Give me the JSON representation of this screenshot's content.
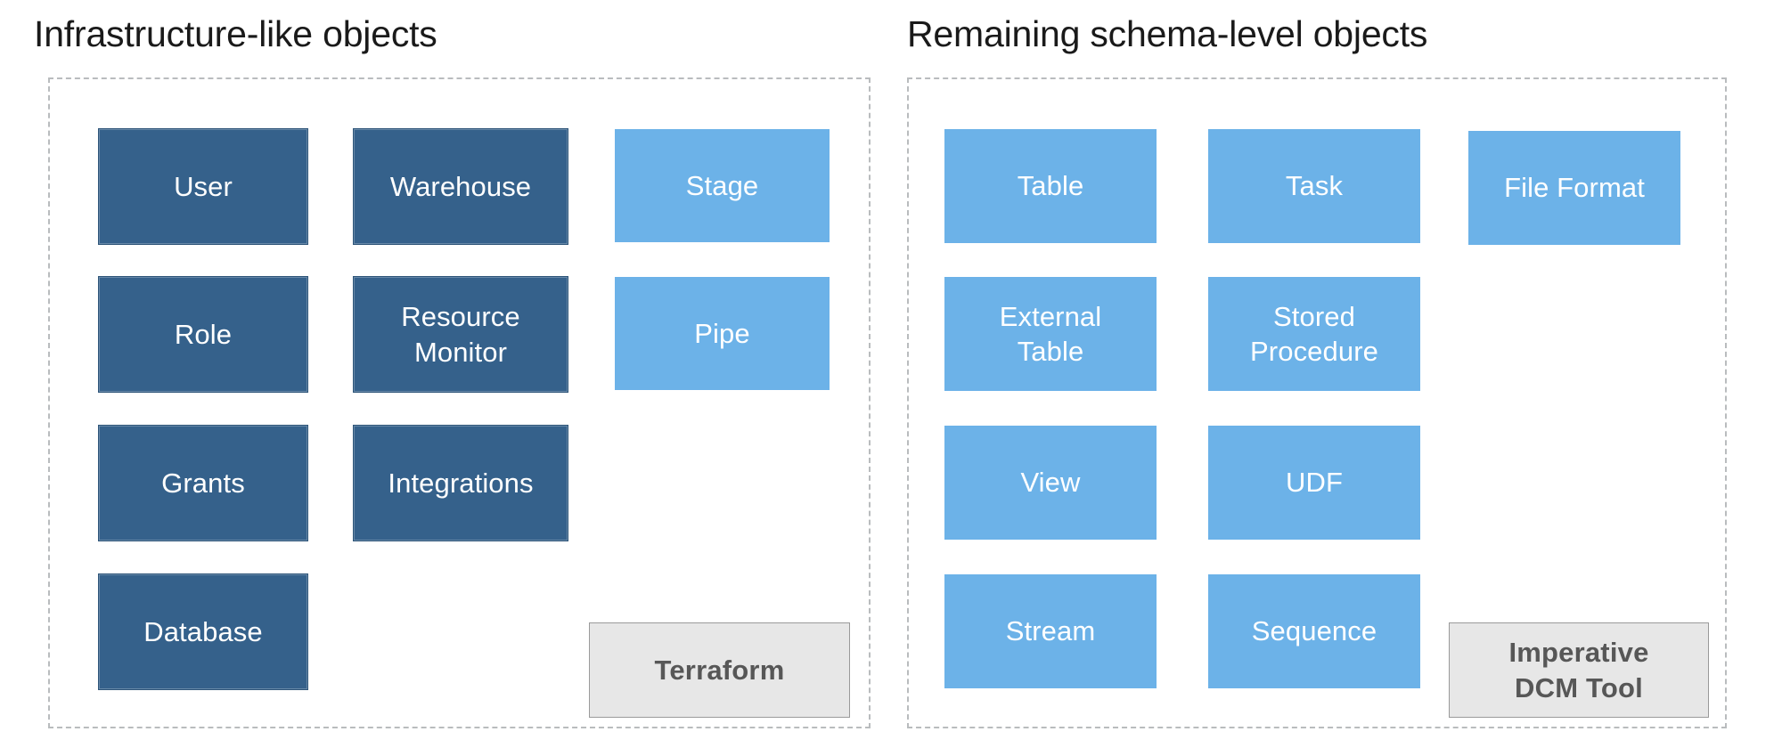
{
  "palette": {
    "dark_blue": "#35618B",
    "light_blue": "#6CB2E8",
    "tool_gray_fill": "#E7E7E7",
    "tool_gray_border": "#9A9A9A",
    "tool_text": "#575757",
    "dashed_border": "#B9BCBE",
    "box_text": "#FFFFFF",
    "title_text": "#1A1A1A",
    "background": "#FFFFFF"
  },
  "panels": [
    {
      "id": "infrastructure",
      "title": "Infrastructure-like objects",
      "objects": [
        {
          "label": "User",
          "style": "dark"
        },
        {
          "label": "Warehouse",
          "style": "dark"
        },
        {
          "label": "Stage",
          "style": "light"
        },
        {
          "label": "Role",
          "style": "dark"
        },
        {
          "label": "Resource\nMonitor",
          "style": "dark"
        },
        {
          "label": "Pipe",
          "style": "light"
        },
        {
          "label": "Grants",
          "style": "dark"
        },
        {
          "label": "Integrations",
          "style": "dark"
        },
        {
          "label": "Database",
          "style": "dark"
        }
      ],
      "tool": {
        "label": "Terraform"
      }
    },
    {
      "id": "schema-level",
      "title": "Remaining schema-level objects",
      "objects": [
        {
          "label": "Table",
          "style": "light"
        },
        {
          "label": "Task",
          "style": "light"
        },
        {
          "label": "File Format",
          "style": "light"
        },
        {
          "label": "External\nTable",
          "style": "light"
        },
        {
          "label": "Stored\nProcedure",
          "style": "light"
        },
        {
          "label": "View",
          "style": "light"
        },
        {
          "label": "UDF",
          "style": "light"
        },
        {
          "label": "Stream",
          "style": "light"
        },
        {
          "label": "Sequence",
          "style": "light"
        }
      ],
      "tool": {
        "label": "Imperative\nDCM Tool"
      }
    }
  ]
}
